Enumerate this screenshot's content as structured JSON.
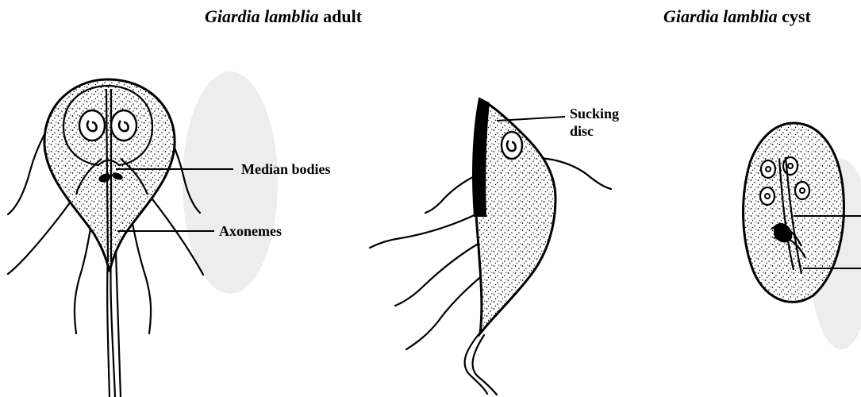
{
  "titles": {
    "adult": {
      "species": "Giardia lamblia",
      "stage": "adult"
    },
    "cyst": {
      "species": "Giardia lamblia",
      "stage": "cyst"
    }
  },
  "labels": {
    "median_bodies": "Median bodies",
    "axonemes": "Axonemes",
    "sucking_disc_line1": "Sucking",
    "sucking_disc_line2": "disc"
  }
}
